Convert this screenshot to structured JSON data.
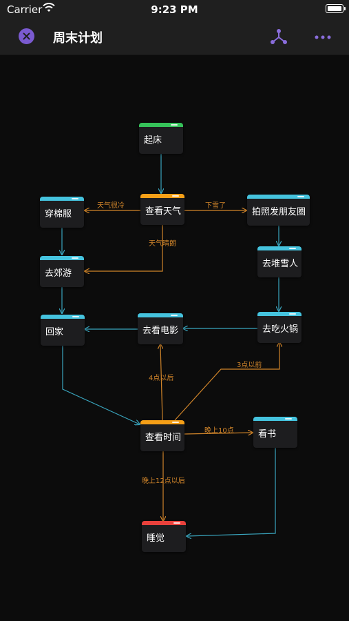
{
  "status": {
    "carrier": "Carrier",
    "time": "9:23 PM"
  },
  "header": {
    "title": "周末计划"
  },
  "icons": {
    "close": "close-icon",
    "graph": "share-graph-icon",
    "more": "more-icon"
  },
  "colors": {
    "green": "#36c25a",
    "orange": "#f59f17",
    "cyan": "#45c3de",
    "red": "#e9413c",
    "edge_cyan": "#3aa7c0",
    "edge_orange": "#d1852a"
  },
  "nodes": {
    "wake_up": "起床",
    "check_weather": "查看天气",
    "wear_coat": "穿棉服",
    "post_photos": "拍照发朋友圈",
    "outing": "去郊游",
    "snowman": "去堆雪人",
    "go_home": "回家",
    "movie": "去看电影",
    "hotpot": "去吃火锅",
    "check_time": "查看时间",
    "read_book": "看书",
    "sleep": "睡觉"
  },
  "edges": {
    "cold": "天气很冷",
    "snow": "下雪了",
    "sunny": "天气晴朗",
    "after_4": "4点以后",
    "before_3": "3点以前",
    "at_10": "晚上10点",
    "after_12": "晚上12点以后"
  }
}
